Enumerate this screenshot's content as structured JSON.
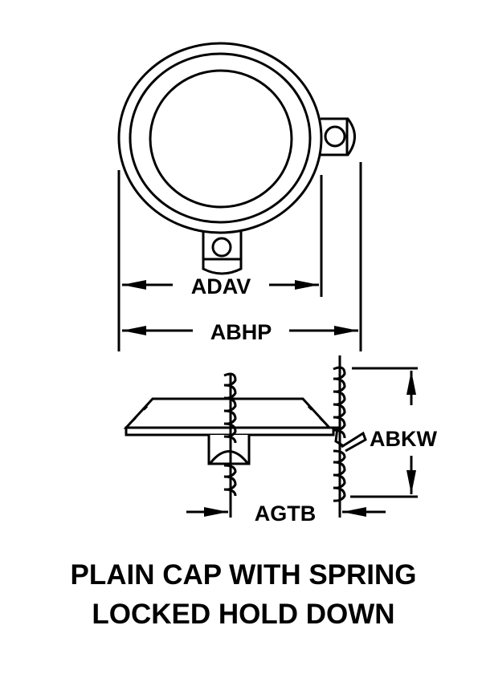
{
  "dimensions": {
    "adav": "ADAV",
    "abhp": "ABHP",
    "abkw": "ABKW",
    "agtb": "AGTB"
  },
  "caption": {
    "line1": "PLAIN CAP WITH SPRING",
    "line2": "LOCKED HOLD DOWN"
  },
  "colors": {
    "ink": "#000000",
    "background": "#ffffff"
  }
}
